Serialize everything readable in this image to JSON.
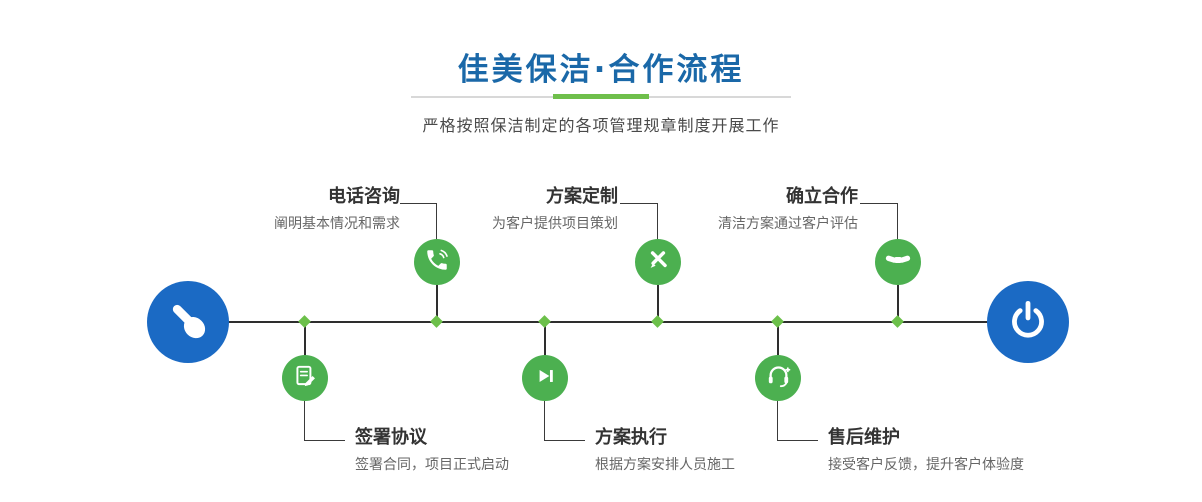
{
  "header": {
    "title": "佳美保洁·合作流程",
    "subtitle": "严格按照保洁制定的各项管理规章制度开展工作"
  },
  "colors": {
    "title_blue": "#1a68a8",
    "accent_green": "#6fbf4b",
    "step_circle_green": "#4cb050",
    "endpoint_blue": "#1b6ac4",
    "line_dark": "#2e2e2e",
    "step_title": "#333333",
    "step_desc": "#666666"
  },
  "timeline": {
    "start_icon": "pointer-hand-icon",
    "end_icon": "power-icon",
    "steps_top": [
      {
        "title": "电话咨询",
        "desc": "阐明基本情况和需求",
        "icon": "phone-icon"
      },
      {
        "title": "方案定制",
        "desc": "为客户提供项目策划",
        "icon": "pencil-tools-icon"
      },
      {
        "title": "确立合作",
        "desc": "清洁方案通过客户评估",
        "icon": "handshake-icon"
      }
    ],
    "steps_bottom": [
      {
        "title": "签署协议",
        "desc": "签署合同，项目正式启动",
        "icon": "contract-icon"
      },
      {
        "title": "方案执行",
        "desc": "根据方案安排人员施工",
        "icon": "play-icon"
      },
      {
        "title": "售后维护",
        "desc": "接受客户反馈，提升客户体验度",
        "icon": "headset-icon"
      }
    ]
  }
}
